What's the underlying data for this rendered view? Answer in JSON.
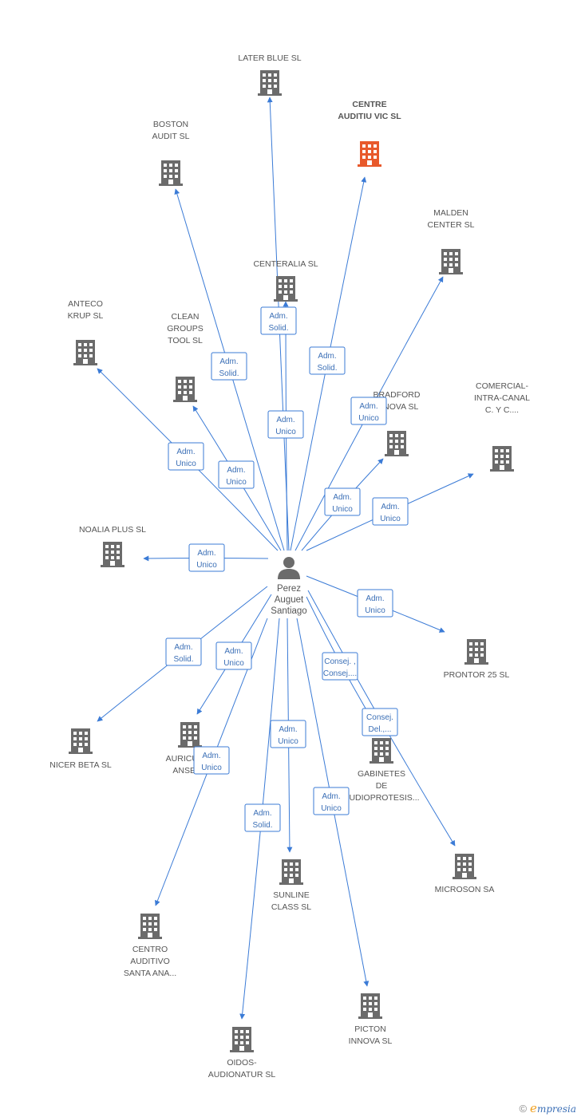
{
  "person": {
    "name_lines": [
      "Perez",
      "Auguet",
      "Santiago"
    ]
  },
  "colors": {
    "edge": "#3b7bd6",
    "company": "#6b6b6b",
    "highlight": "#e8592b",
    "person": "#6b6b6b"
  },
  "companies": [
    {
      "id": "later-blue",
      "lines": [
        "LATER BLUE SL"
      ],
      "highlight": false
    },
    {
      "id": "centre-auditiu-vic",
      "lines": [
        "CENTRE",
        "AUDITIU VIC SL"
      ],
      "highlight": true
    },
    {
      "id": "boston-audit",
      "lines": [
        "BOSTON",
        "AUDIT SL"
      ],
      "highlight": false
    },
    {
      "id": "malden-center",
      "lines": [
        "MALDEN",
        "CENTER SL"
      ],
      "highlight": false
    },
    {
      "id": "centeralia",
      "lines": [
        "CENTERALIA SL"
      ],
      "highlight": false
    },
    {
      "id": "anteco-krup",
      "lines": [
        "ANTECO",
        "KRUP SL"
      ],
      "highlight": false
    },
    {
      "id": "clean-groups-tool",
      "lines": [
        "CLEAN",
        "GROUPS",
        "TOOL SL"
      ],
      "highlight": false
    },
    {
      "id": "bradford-innova",
      "lines": [
        "BRADFORD",
        "INNOVA SL"
      ],
      "highlight": false
    },
    {
      "id": "comercial-intra-canal",
      "lines": [
        "COMERCIAL-",
        "INTRA-CANAL",
        "C.  Y C...."
      ],
      "highlight": false
    },
    {
      "id": "noalia-plus",
      "lines": [
        "NOALIA PLUS SL"
      ],
      "highlight": false
    },
    {
      "id": "prontor-25",
      "lines": [
        "PRONTOR 25 SL"
      ],
      "highlight": false
    },
    {
      "id": "nicer-beta",
      "lines": [
        "NICER BETA SL"
      ],
      "highlight": false
    },
    {
      "id": "auricular-ansera",
      "lines": [
        "AURICULAR",
        "ANSERA"
      ],
      "highlight": false
    },
    {
      "id": "gabinetes-audioprotesis",
      "lines": [
        "GABINETES",
        "DE",
        "AUDIOPROTESIS..."
      ],
      "highlight": false
    },
    {
      "id": "microson",
      "lines": [
        "MICROSON SA"
      ],
      "highlight": false
    },
    {
      "id": "sunline-class",
      "lines": [
        "SUNLINE",
        "CLASS  SL"
      ],
      "highlight": false
    },
    {
      "id": "centro-auditivo-santa-ana",
      "lines": [
        "CENTRO",
        "AUDITIVO",
        "SANTA ANA..."
      ],
      "highlight": false
    },
    {
      "id": "picton-innova",
      "lines": [
        "PICTON",
        "INNOVA SL"
      ],
      "highlight": false
    },
    {
      "id": "oidos-audionatur",
      "lines": [
        "OIDOS-",
        "AUDIONATUR SL"
      ],
      "highlight": false
    }
  ],
  "relations": [
    {
      "company": "later-blue",
      "role": [
        "Adm.",
        "Solid."
      ]
    },
    {
      "company": "centre-auditiu-vic",
      "role": [
        "Adm.",
        "Solid."
      ]
    },
    {
      "company": "boston-audit",
      "role": [
        "Adm.",
        "Solid."
      ]
    },
    {
      "company": "malden-center",
      "role": [
        "Adm.",
        "Unico"
      ]
    },
    {
      "company": "centeralia",
      "role": [
        "Adm.",
        "Unico"
      ]
    },
    {
      "company": "anteco-krup",
      "role": [
        "Adm.",
        "Unico"
      ]
    },
    {
      "company": "clean-groups-tool",
      "role": [
        "Adm.",
        "Unico"
      ]
    },
    {
      "company": "bradford-innova",
      "role": [
        "Adm.",
        "Unico"
      ]
    },
    {
      "company": "comercial-intra-canal",
      "role": [
        "Adm.",
        "Unico"
      ]
    },
    {
      "company": "noalia-plus",
      "role": [
        "Adm.",
        "Unico"
      ]
    },
    {
      "company": "prontor-25",
      "role": [
        "Adm.",
        "Unico"
      ]
    },
    {
      "company": "nicer-beta",
      "role": [
        "Adm.",
        "Solid."
      ]
    },
    {
      "company": "auricular-ansera",
      "role": [
        "Adm.",
        "Unico"
      ]
    },
    {
      "company": "gabinetes-audioprotesis",
      "role": [
        "Consej. ,",
        "Consej...."
      ]
    },
    {
      "company": "microson",
      "role": [
        "Consej.",
        "Del.,..."
      ]
    },
    {
      "company": "sunline-class",
      "role": [
        "Adm.",
        "Unico"
      ]
    },
    {
      "company": "centro-auditivo-santa-ana",
      "role": [
        "Adm.",
        "Unico"
      ]
    },
    {
      "company": "picton-innova",
      "role": [
        "Adm.",
        "Unico"
      ]
    },
    {
      "company": "oidos-audionatur",
      "role": [
        "Adm.",
        "Solid."
      ]
    }
  ],
  "footer": {
    "copyright": "©",
    "brand_initial": "e",
    "brand_rest": "mpresia"
  }
}
